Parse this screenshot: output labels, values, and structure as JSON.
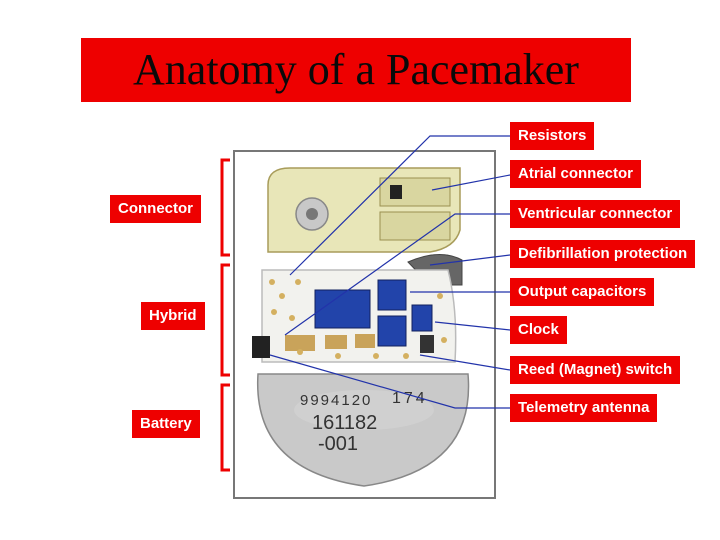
{
  "title": "Anatomy of a Pacemaker",
  "left_labels": [
    "Connector",
    "Hybrid",
    "Battery"
  ],
  "right_labels": [
    "Resistors",
    "Atrial connector",
    "Ventricular connector",
    "Defibrillation protection",
    "Output capacitors",
    "Clock",
    "Reed (Magnet) switch",
    "Telemetry antenna"
  ],
  "battery_text": {
    "line1": "9994120",
    "line1b": "174",
    "line2": "161182",
    "line3": "-001"
  },
  "colors": {
    "label_bg": "#ee0000",
    "label_text": "#ffffff",
    "leader": "#2233aa",
    "circuit_blue": "#2244aa"
  }
}
